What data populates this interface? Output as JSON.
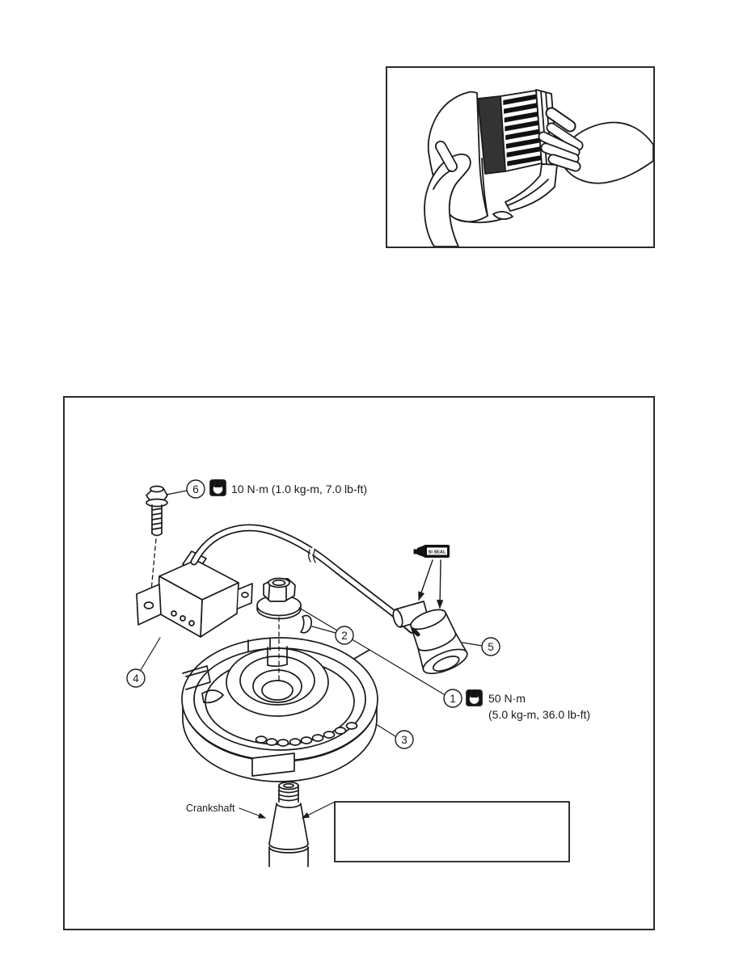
{
  "colors": {
    "ink": "#1a1a1a",
    "paper": "#ffffff",
    "tab_black": "#111111",
    "panel_dark": "#333333"
  },
  "diagram": {
    "callouts": {
      "n1": "1",
      "n2": "2",
      "n3": "3",
      "n4": "4",
      "n5": "5",
      "n6": "6"
    },
    "torque_bolt": "10 N·m (1.0 kg-m, 7.0 lb-ft)",
    "torque_nut_line1": "50 N·m",
    "torque_nut_line2": "(5.0 kg-m, 36.0 lb-ft)",
    "crankshaft_label": "Crankshaft",
    "sealant_label": "SI SEAL"
  }
}
